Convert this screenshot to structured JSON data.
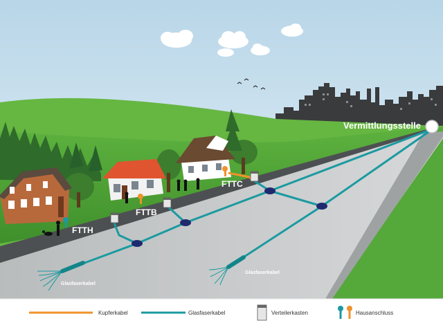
{
  "labels": {
    "exchange": "Vermittlungsstelle",
    "fttc": "FTTC",
    "fttb": "FTTB",
    "ftth": "FTTH",
    "fiber_cable_left": "Glasfaserkabel",
    "fiber_cable_right": "Glasfaserkabel"
  },
  "legend": {
    "copper": "Kupferkabel",
    "fiber": "Glasfaserkabel",
    "cabinet": "Verteilerkasten",
    "house_connection": "Hausanschluss"
  },
  "colors": {
    "copper": "#f0922b",
    "fiber": "#1a9aa0",
    "node": "#1f2a6e",
    "sky": "#cde3ef",
    "grass": "#4fa437",
    "road": "#c8cacb",
    "city": "#3a3b3d"
  },
  "icons": {
    "cabinet": "distribution-cabinet-icon",
    "house_connection": "house-connection-icon"
  }
}
